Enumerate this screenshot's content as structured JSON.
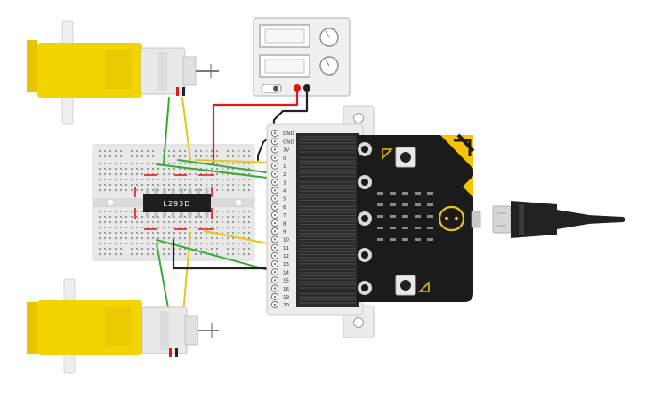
{
  "chip": {
    "label": "L293D"
  },
  "edge_connector": {
    "pins": [
      "GND",
      "GND",
      "3V",
      "0",
      "1",
      "2",
      "3",
      "4",
      "5",
      "6",
      "7",
      "8",
      "9",
      "10",
      "11",
      "12",
      "13",
      "14",
      "15",
      "16",
      "19",
      "20"
    ]
  },
  "colors": {
    "motor_body": "#f2d400",
    "motor_shaft": "#e9e9e9",
    "wire_red": "#e0191b",
    "wire_black": "#222222",
    "wire_green": "#3aaa35",
    "wire_yellow": "#e8c51a",
    "board_black": "#1b1b1b",
    "board_accent": "#f5c400",
    "breadboard": "#e8e8e8",
    "connector": "#ececec"
  },
  "icons": {
    "usb_cable": "usb-plug-icon",
    "power_supply": "bench-power-supply-icon"
  }
}
